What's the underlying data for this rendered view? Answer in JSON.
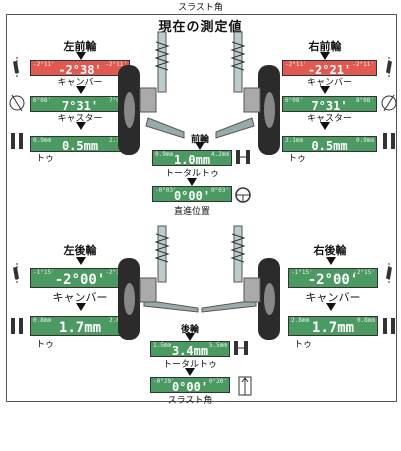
{
  "header": {
    "top_label": "スラスト角",
    "title": "現在の測定値"
  },
  "front_left": {
    "heading": "左前輪",
    "camber": {
      "value": "-2°38'",
      "min": "-2°11'",
      "max": "-2°11'",
      "label": "キャンバー",
      "status_color": "#e05a52"
    },
    "caster": {
      "value": "7°31'",
      "min": "6°08'",
      "max": "7°08'",
      "label": "キャスター"
    },
    "toe": {
      "value": "0.5mm",
      "min": "0.9mm",
      "max": "2.1mm",
      "label": "トゥ"
    }
  },
  "front_right": {
    "heading": "右前輪",
    "camber": {
      "value": "-2°21'",
      "min": "-2°11'",
      "max": "-2°11'",
      "label": "キャンバー",
      "status_color": "#e05a52"
    },
    "caster": {
      "value": "7°31'",
      "min": "6°08'",
      "max": "8°08'",
      "label": "キャスター"
    },
    "toe": {
      "value": "0.5mm",
      "min": "2.1mm",
      "max": "0.9mm",
      "label": "トゥ"
    }
  },
  "front_axle": {
    "heading": "前輪",
    "total_toe": {
      "value": "1.0mm",
      "min": "0.9mm",
      "max": "4.2mm",
      "label": "トータルトゥ"
    },
    "straight": {
      "value": "0°00'",
      "min": "-0°03'",
      "max": "0°03'",
      "label": "直進位置"
    }
  },
  "rear_left": {
    "heading": "左後輪",
    "camber": {
      "value": "-2°00'",
      "min": "-1°15'",
      "max": "-2°15'",
      "label": "キャンバー"
    },
    "toe": {
      "value": "1.7mm",
      "min": "0.8mm",
      "max": "2.8mm",
      "label": "トゥ"
    }
  },
  "rear_right": {
    "heading": "右後輪",
    "camber": {
      "value": "-2°00'",
      "min": "-1°15'",
      "max": "-2°15'",
      "label": "キャンバー"
    },
    "toe": {
      "value": "1.7mm",
      "min": "2.8mm",
      "max": "0.8mm",
      "label": "トゥ"
    }
  },
  "rear_axle": {
    "heading": "後輪",
    "total_toe": {
      "value": "3.4mm",
      "min": "1.5mm",
      "max": "5.5mm",
      "label": "トータルトゥ"
    },
    "thrust": {
      "value": "0°00'",
      "min": "-0°20'",
      "max": "0°20'",
      "label": "スラスト角"
    }
  },
  "colors": {
    "in_range": "#4b9a62",
    "out_of_range": "#e05a52"
  }
}
